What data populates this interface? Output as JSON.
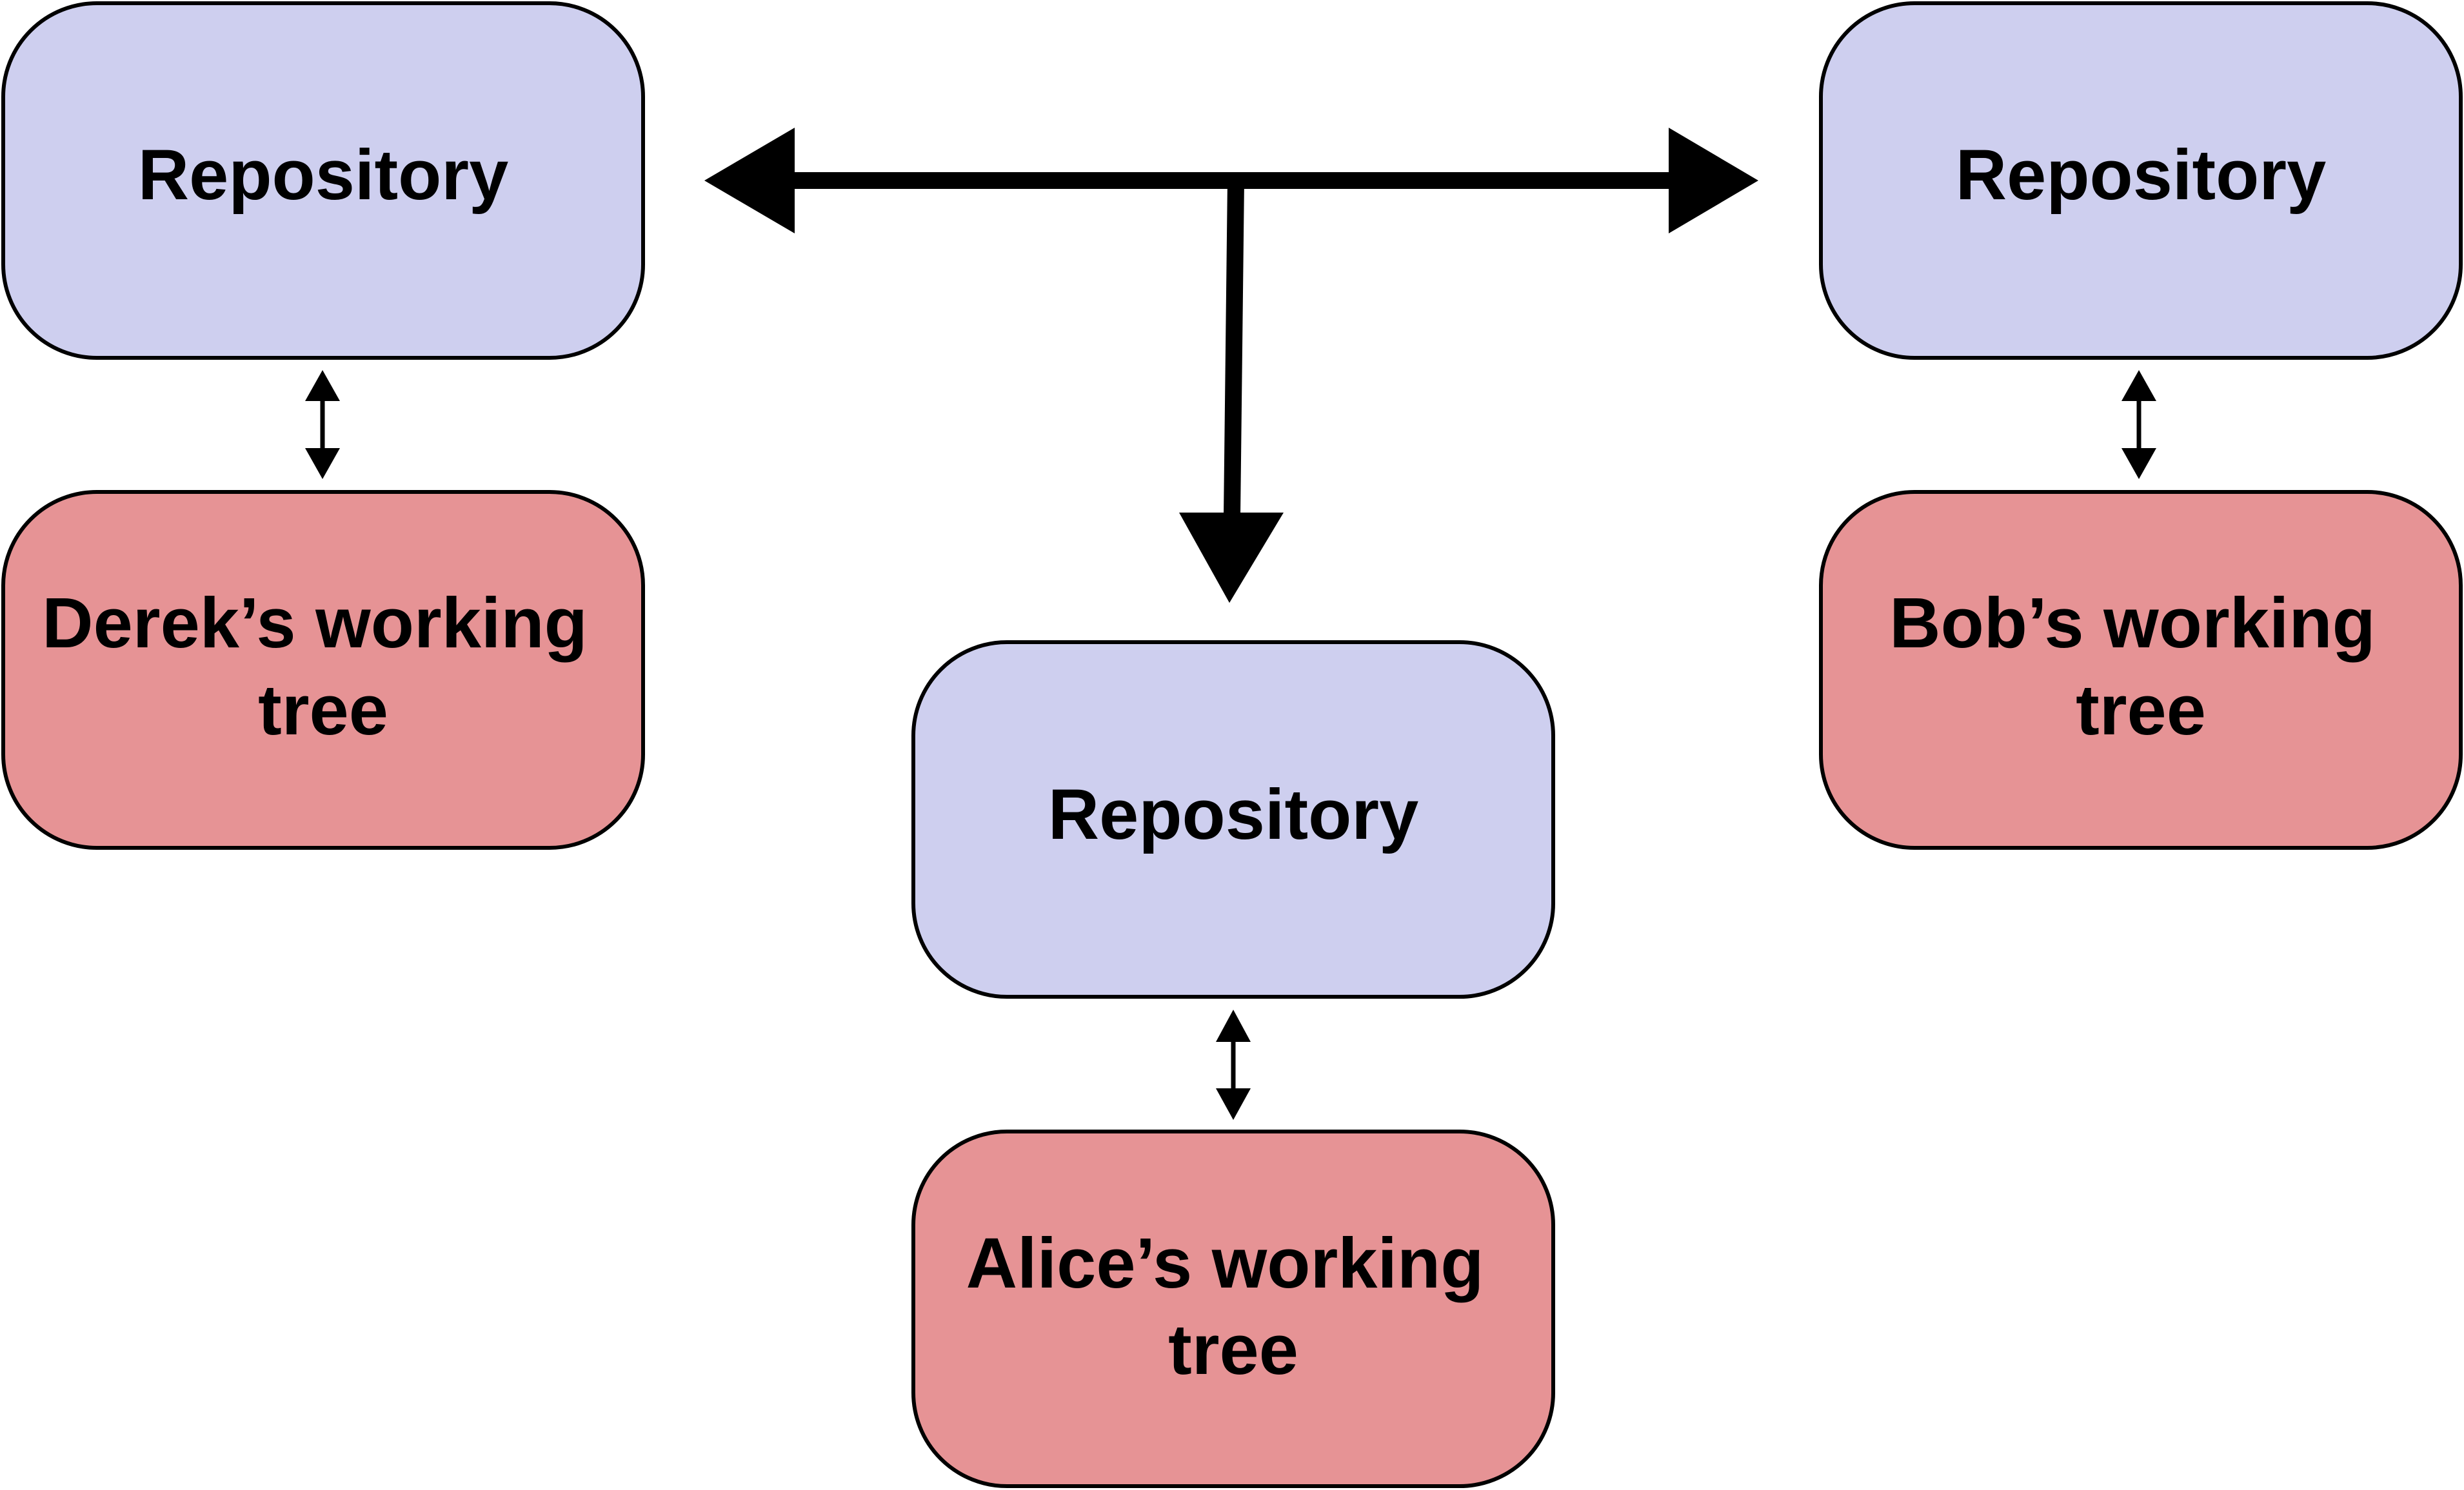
{
  "diagram": {
    "colors": {
      "repository_fill": "#cecfef",
      "working_tree_fill": "#e69395",
      "stroke": "#000000",
      "background": "#ffffff"
    },
    "nodes": {
      "derek_repo": {
        "label": "Repository"
      },
      "bob_repo": {
        "label": "Repository"
      },
      "alice_repo": {
        "label": "Repository"
      },
      "derek_tree": {
        "line1": "Derek’s working",
        "line2": "tree"
      },
      "bob_tree": {
        "line1": "Bob’s working",
        "line2": "tree"
      },
      "alice_tree": {
        "line1": "Alice’s working",
        "line2": "tree"
      }
    },
    "edges": [
      {
        "from": "alice_repo",
        "to": "derek_repo",
        "type": "push/pull"
      },
      {
        "from": "alice_repo",
        "to": "bob_repo",
        "type": "push/pull"
      },
      {
        "from": "derek_repo",
        "to": "derek_tree",
        "type": "bidirectional"
      },
      {
        "from": "bob_repo",
        "to": "bob_tree",
        "type": "bidirectional"
      },
      {
        "from": "alice_repo",
        "to": "alice_tree",
        "type": "bidirectional"
      }
    ]
  }
}
